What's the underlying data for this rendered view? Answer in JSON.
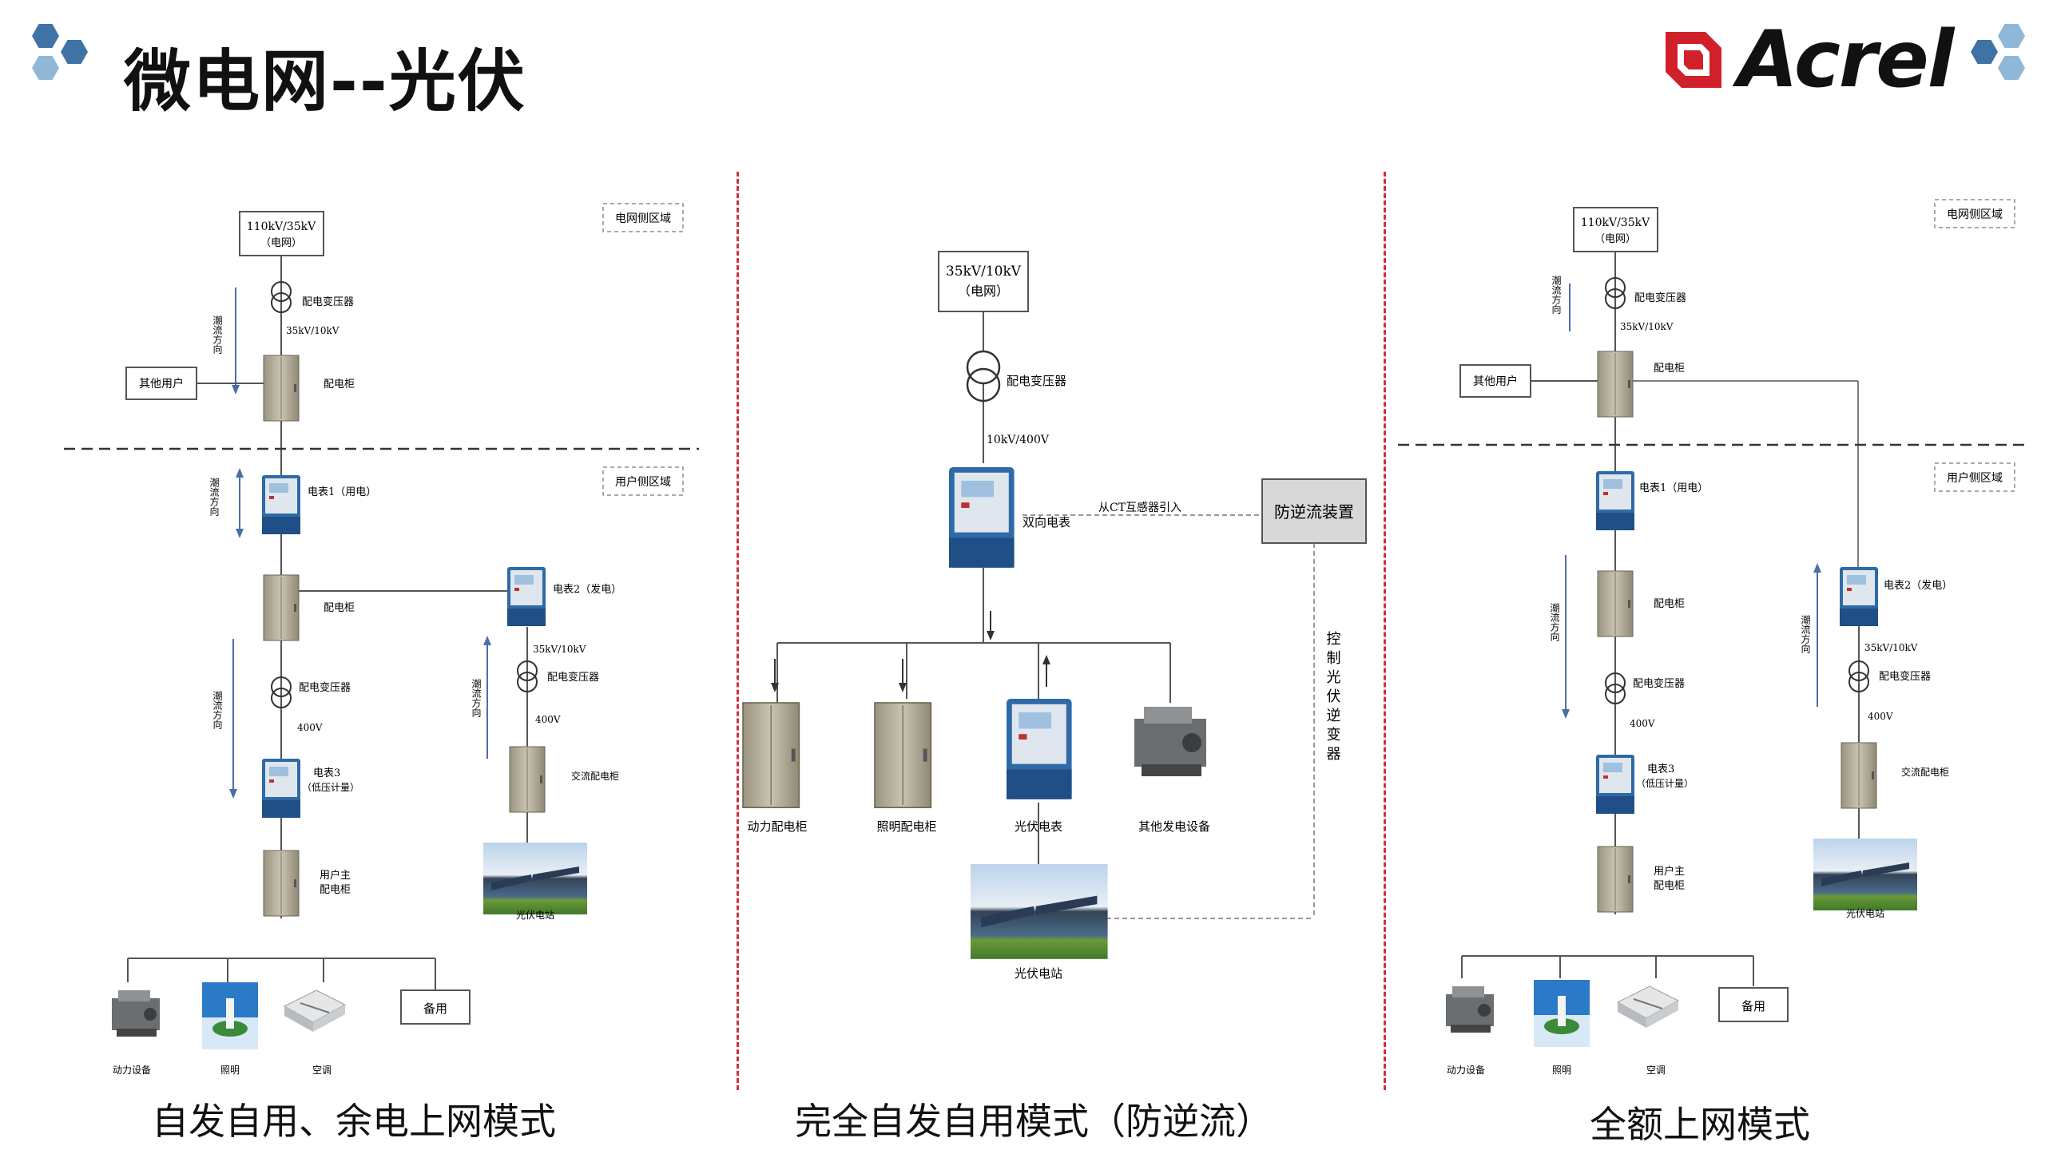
{
  "header": {
    "title": "微电网--光伏",
    "brand": "Acrel"
  },
  "colors": {
    "hex_blue": "#3f73a6",
    "hex_light": "#8fb8d8",
    "divider_red": "#d0303a",
    "brand_red": "#d0202a"
  },
  "panel_left": {
    "grid_source": "110kV/35kV",
    "grid_source_sub": "（电网）",
    "zone_grid": "电网侧区域",
    "zone_user": "用户侧区域",
    "flow": "潮流方向",
    "transformer": "配电变压器",
    "voltage_1": "35kV/10kV",
    "other_users": "其他用户",
    "cabinet": "配电柜",
    "meter1": "电表1（用电）",
    "meter2": "电表2（发电）",
    "voltage_2": "35kV/10kV",
    "voltage_400": "400V",
    "meter3": "电表3",
    "meter3_sub": "（低压计量）",
    "ac_cabinet": "交流配电柜",
    "user_main": "用户主",
    "user_main_sub": "配电柜",
    "pv_station": "光伏电站",
    "load_power": "动力设备",
    "load_light": "照明",
    "load_ac": "空调",
    "spare": "备用"
  },
  "panel_middle": {
    "grid_source": "35kV/10kV",
    "grid_source_sub": "（电网）",
    "transformer": "配电变压器",
    "voltage": "10kV/400V",
    "ct_note": "从CT互感器引入",
    "bidir_meter": "双向电表",
    "anti_reverse": "防逆流装置",
    "control_note": "控制光伏逆变器",
    "power_cabinet": "动力配电柜",
    "light_cabinet": "照明配电柜",
    "pv_meter": "光伏电表",
    "other_gen": "其他发电设备",
    "pv_station": "光伏电站"
  },
  "captions": {
    "left": "自发自用、余电上网模式",
    "middle": "完全自发自用模式（防逆流）",
    "right": "全额上网模式"
  }
}
